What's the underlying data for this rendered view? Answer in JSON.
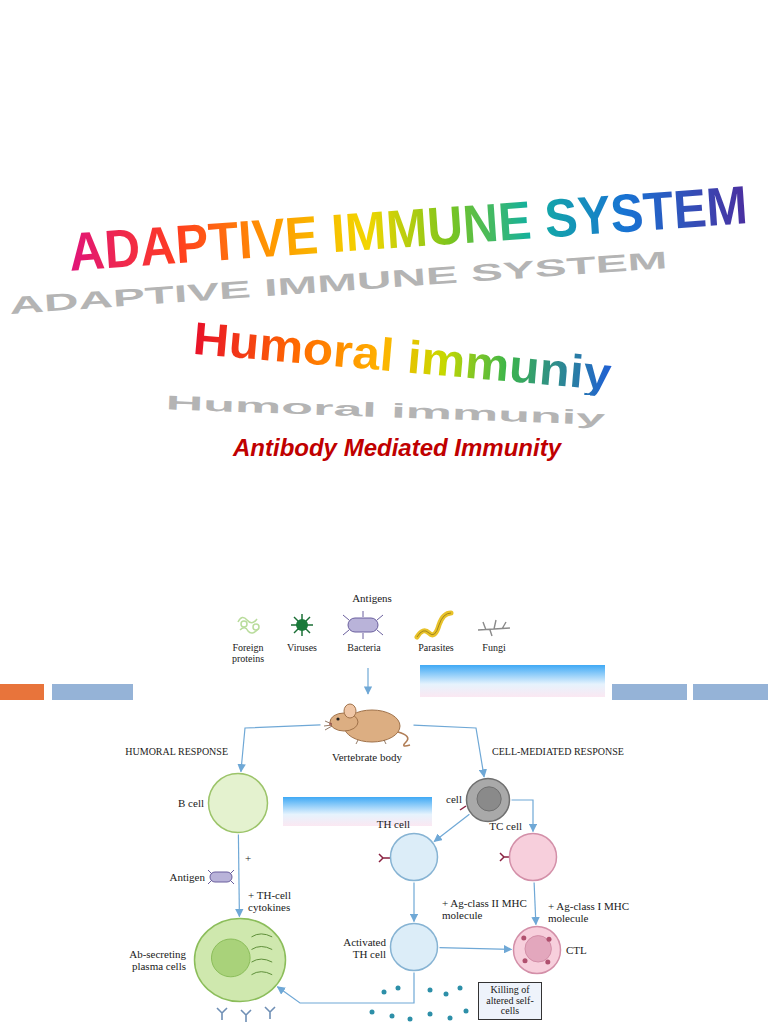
{
  "diagram": {
    "title": "ADAPTIVE IMMUNE SYSTEM",
    "nodes": [
      {
        "text": [
          "Vertebrate body"
        ]
      },
      {
        "text": [
          "B cell"
        ]
      },
      {
        "text": [
          "cell"
        ]
      },
      {
        "text": [
          "TH cell"
        ]
      },
      {
        "text": [
          "TC cell"
        ]
      },
      {
        "text": [
          "Ab-secreting plasma cells"
        ]
      },
      {
        "text": [
          "Activated TH cell"
        ]
      },
      {
        "text": [
          "CTL"
        ]
      },
      {
        "text": [
          "Killing of altered self-cells"
        ]
      }
    ],
    "edges": [
      {
        "from": 0,
        "to": 1,
        "arrow": "to"
      },
      {
        "from": 0,
        "to": 2,
        "arrow": "to"
      },
      {
        "from": 2,
        "to": 3,
        "arrow": "to"
      },
      {
        "from": 2,
        "to": 4,
        "arrow": "to"
      },
      {
        "from": 1,
        "to": 5,
        "arrow": "to"
      },
      {
        "from": 3,
        "to": 6,
        "arrow": "to"
      },
      {
        "from": 4,
        "to": 7,
        "arrow": "to"
      },
      {
        "from": 6,
        "to": 5,
        "arrow": "to"
      },
      {
        "from": 6,
        "to": 7,
        "arrow": "to"
      }
    ],
    "labels": [
      "ADAPTIVE IMMUNE SYSTEM",
      "Humoral immuniy",
      "Humoral immuniy",
      "Antibody Mediated Immunity",
      "Antigens",
      "Foreign proteins",
      "Viruses",
      "Bacteria",
      "Parasites",
      "Fungi",
      "HUMORAL RESPONSE",
      "CELL-MEDIATED RESPONSE",
      "Antigen",
      "+",
      "+ TH-cell cytokines",
      "+ Ag-class II MHC molecule",
      "+ Ag-class I MHC molecule"
    ]
  }
}
